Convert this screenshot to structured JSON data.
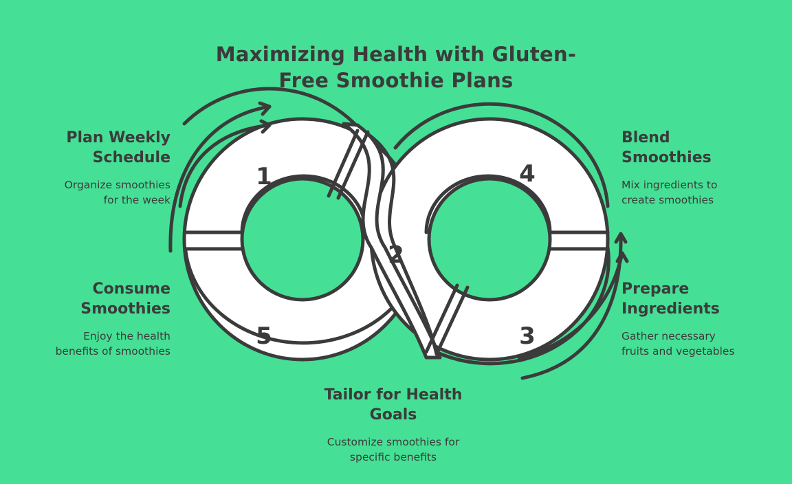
{
  "title": {
    "line1": "Maximizing Health with Gluten-",
    "line2": "Free Smoothie Plans"
  },
  "steps": [
    {
      "number": "1",
      "title_line1": "Plan Weekly",
      "title_line2": "Schedule",
      "desc_line1": "Organize smoothies",
      "desc_line2": "for the week"
    },
    {
      "number": "2",
      "title_line1": "Tailor for Health",
      "title_line2": "Goals",
      "desc_line1": "Customize smoothies for",
      "desc_line2": "specific benefits"
    },
    {
      "number": "3",
      "title_line1": "Prepare",
      "title_line2": "Ingredients",
      "desc_line1": "Gather necessary",
      "desc_line2": "fruits and vegetables"
    },
    {
      "number": "4",
      "title_line1": "Blend",
      "title_line2": "Smoothies",
      "desc_line1": "Mix ingredients to",
      "desc_line2": "create smoothies"
    },
    {
      "number": "5",
      "title_line1": "Consume",
      "title_line2": "Smoothies",
      "desc_line1": "Enjoy the health",
      "desc_line2": "benefits of smoothies"
    }
  ],
  "colors": {
    "background": "#45e095",
    "ink": "#3b3b3b",
    "band": "#ffffff"
  }
}
